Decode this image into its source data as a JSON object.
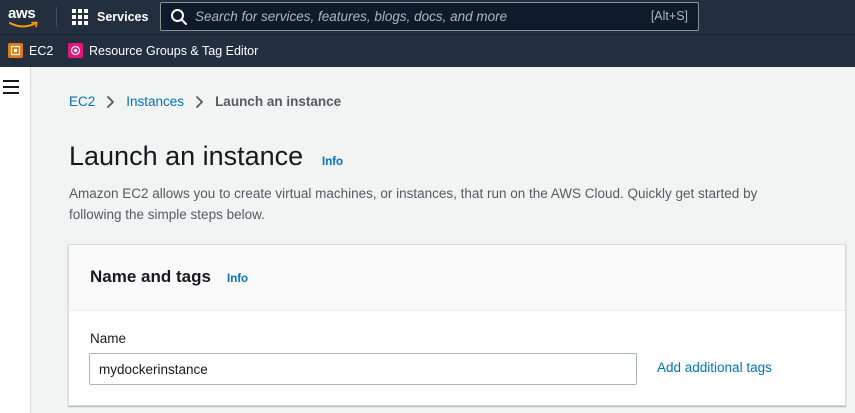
{
  "topnav": {
    "logo_text": "aws",
    "services_label": "Services",
    "search_placeholder": "Search for services, features, blogs, docs, and more",
    "search_shortcut": "[Alt+S]"
  },
  "favorites": [
    {
      "label": "EC2",
      "icon": "ec2-icon",
      "color": "#e07b19"
    },
    {
      "label": "Resource Groups & Tag Editor",
      "icon": "resource-groups-icon",
      "color": "#e7157b"
    }
  ],
  "breadcrumb": {
    "items": [
      "EC2",
      "Instances"
    ],
    "current": "Launch an instance"
  },
  "header": {
    "title": "Launch an instance",
    "info": "Info",
    "description": "Amazon EC2 allows you to create virtual machines, or instances, that run on the AWS Cloud. Quickly get started by following the simple steps below."
  },
  "name_and_tags": {
    "title": "Name and tags",
    "info": "Info",
    "name_label": "Name",
    "name_value": "mydockerinstance",
    "add_tags_label": "Add additional tags"
  },
  "colors": {
    "nav_bg": "#232f3e",
    "link": "#0073bb",
    "page_bg": "#f2f3f3",
    "aws_orange": "#ff9900"
  }
}
